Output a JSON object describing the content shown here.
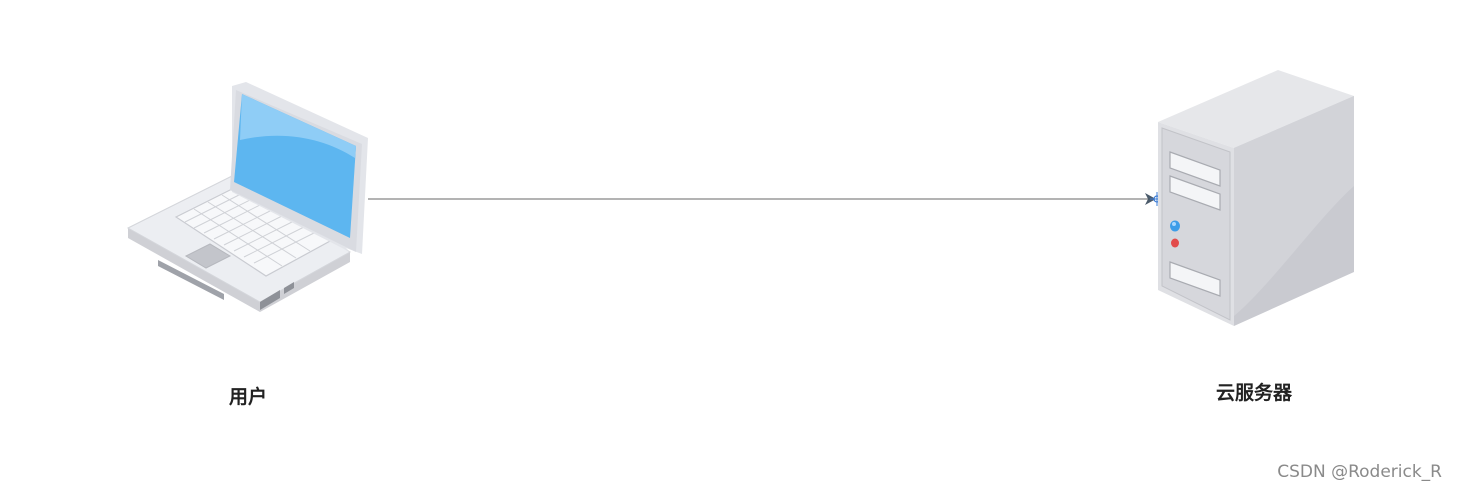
{
  "diagram": {
    "nodes": [
      {
        "id": "user",
        "label": "用户",
        "icon": "laptop-icon"
      },
      {
        "id": "server",
        "label": "云服务器",
        "icon": "server-icon"
      }
    ],
    "edges": [
      {
        "from": "user",
        "to": "server",
        "style": "arrow"
      }
    ]
  },
  "watermark": "CSDN @Roderick_R",
  "colors": {
    "connector": "#9a9a9a",
    "laptop_screen": "#5db6f0",
    "server_body": "#d8d9dd",
    "label_text": "#222222"
  }
}
